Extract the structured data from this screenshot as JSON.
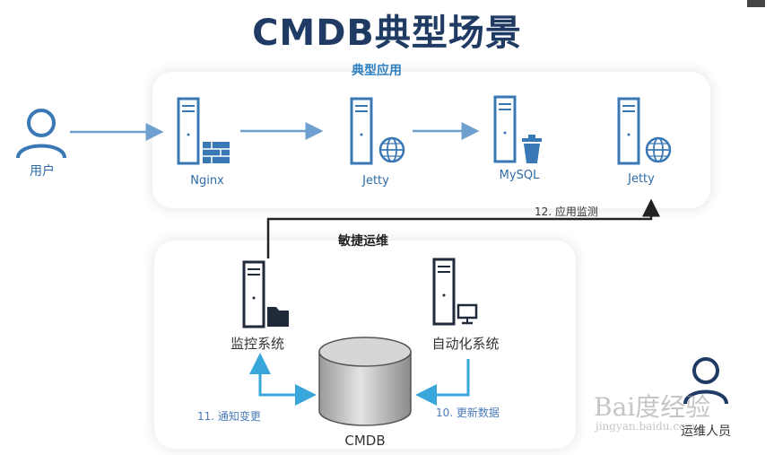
{
  "title": "CMDB典型场景",
  "top_section": {
    "label": "典型应用"
  },
  "bottom_section": {
    "label": "敏捷运维"
  },
  "user": {
    "label": "用户"
  },
  "ops_person": {
    "label": "运维人员"
  },
  "nodes": {
    "nginx": "Nginx",
    "jetty1": "Jetty",
    "mysql": "MySQL",
    "jetty2": "Jetty",
    "monitor": "监控系统",
    "automation": "自动化系统",
    "cmdb": "CMDB"
  },
  "edges": {
    "app_monitor": "12. 应用监测",
    "notify_change": "11. 通知变更",
    "update_data": "10. 更新数据"
  },
  "watermark": {
    "main": "Bai度经验",
    "url": "jingyan.baidu.com"
  },
  "colors": {
    "title": "#1f3b63",
    "blue": "#3a78b5",
    "arrow": "#6f9fcf",
    "cyan": "#38a6d8",
    "dark": "#222222"
  }
}
